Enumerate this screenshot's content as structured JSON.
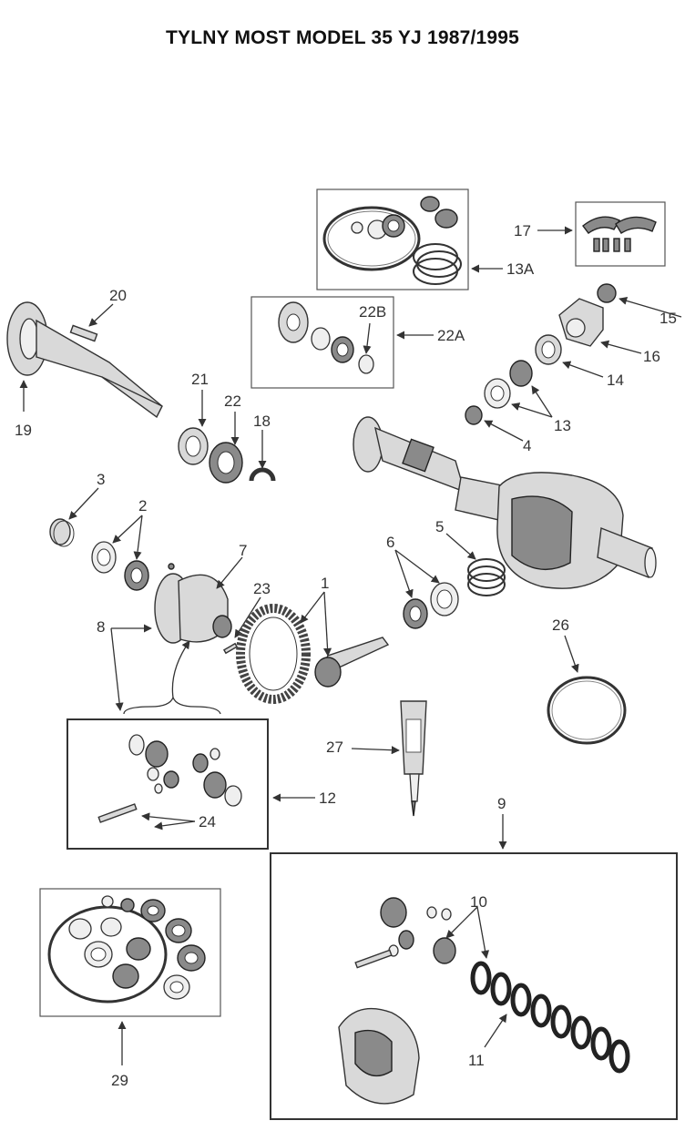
{
  "title": "TYLNY MOST MODEL 35 YJ 1987/1995",
  "labels": {
    "l1": "1",
    "l2": "2",
    "l3": "3",
    "l4": "4",
    "l5": "5",
    "l6": "6",
    "l7": "7",
    "l8": "8",
    "l9": "9",
    "l10": "10",
    "l11": "11",
    "l12": "12",
    "l13": "13",
    "l13a": "13A",
    "l14": "14",
    "l15": "15",
    "l16": "16",
    "l17": "17",
    "l18": "18",
    "l19": "19",
    "l20": "20",
    "l21": "21",
    "l22": "22",
    "l22a": "22A",
    "l22b": "22B",
    "l23": "23",
    "l24": "24",
    "l26": "26",
    "l27": "27",
    "l29": "29"
  }
}
